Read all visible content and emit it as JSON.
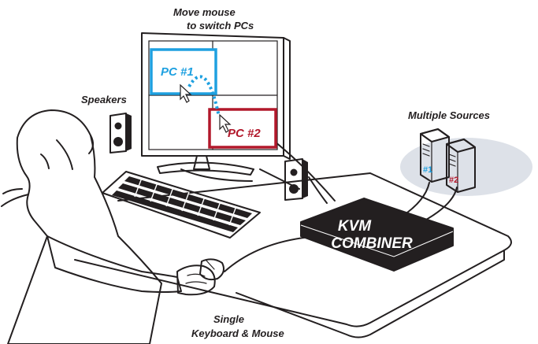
{
  "labels": {
    "move_mouse_line1": "Move mouse",
    "move_mouse_line2": "to switch PCs",
    "speakers": "Speakers",
    "multiple_sources": "Multiple Sources",
    "single_line1": "Single",
    "single_line2": "Keyboard & Mouse",
    "pc1": "PC #1",
    "pc2": "PC #2",
    "tower1": "#1",
    "tower2": "#2",
    "kvm_line1": "KVM",
    "kvm_line2": "COMBINER"
  },
  "colors": {
    "pc1_accent": "#1ea0e0",
    "pc2_accent": "#b2182b",
    "ink": "#231f20",
    "sources_ellipse": "#dde1e8",
    "kvm_box": "#231f20"
  },
  "icons": [
    "mouse-cursor-icon",
    "speaker-icon",
    "keyboard-icon",
    "computer-tower-icon",
    "mouse-icon"
  ]
}
